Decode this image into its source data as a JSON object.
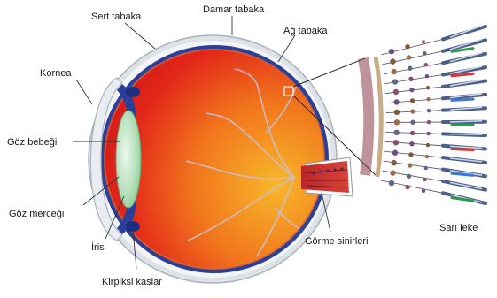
{
  "labels": {
    "sert_tabaka": "Sert tabaka",
    "damar_tabaka": "Damar tabaka",
    "ag_tabaka": "Ağ tabaka",
    "kornea": "Kornea",
    "goz_bebegi": "Göz bebeği",
    "goz_mercegi": "Göz merceği",
    "iris": "İris",
    "kirpiksi_kaslar": "Kirpiksi kaslar",
    "gorme_sinirleri": "Görme sinirleri",
    "sari_leke": "Sarı leke"
  },
  "colors": {
    "sclera": "#d8dde3",
    "choroid": "#2a3f9a",
    "retina_red": "#e0201a",
    "retina_orange": "#f39a1c",
    "lens": "#9fd6a8",
    "optic_nerve": "#c0302a",
    "vessel": "#b8b0c8"
  }
}
